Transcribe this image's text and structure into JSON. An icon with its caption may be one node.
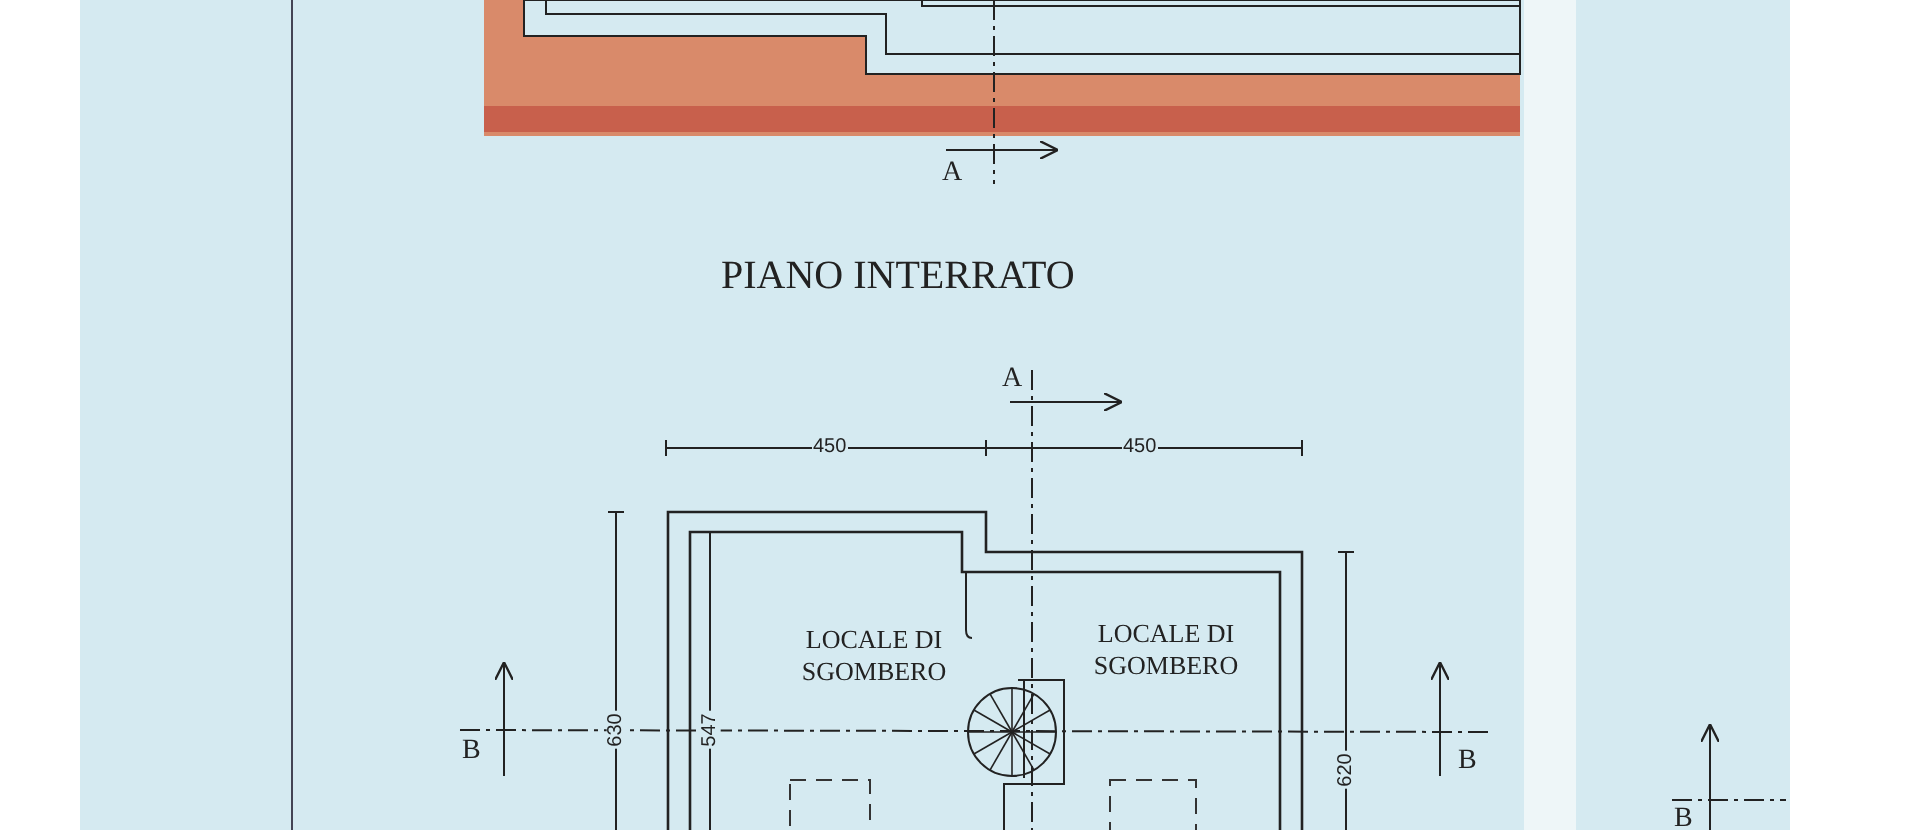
{
  "diagram": {
    "labels": [
      "A",
      "PIANO INTERRATO",
      "A",
      "450",
      "450",
      "LOCALE DI SGOMBERO",
      "LOCALE DI SGOMBERO",
      "B",
      "630",
      "547",
      "620",
      "B",
      "B"
    ]
  }
}
